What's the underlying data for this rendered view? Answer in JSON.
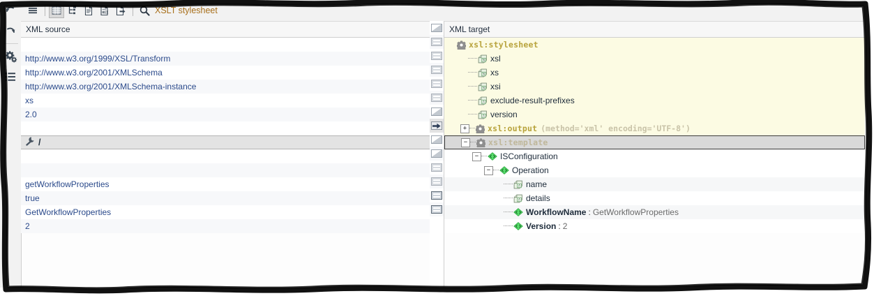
{
  "toolbar": {
    "icons": [
      {
        "name": "hamburger-menu-icon",
        "selected": false
      },
      {
        "name": "grid-table-icon",
        "selected": true
      },
      {
        "name": "tree-hierarchy-icon",
        "selected": false
      },
      {
        "name": "text-document-icon",
        "selected": false
      },
      {
        "name": "hex-document-icon",
        "selected": false
      },
      {
        "name": "document-import-icon",
        "selected": false
      },
      {
        "name": "search-icon",
        "selected": false
      }
    ],
    "label": "XSLT stylesheet"
  },
  "leftbar": {
    "icons": [
      {
        "name": "undo-icon"
      },
      {
        "name": "redo-icon"
      },
      {
        "name": "gears-settings-icon"
      },
      {
        "name": "list-properties-icon"
      }
    ]
  },
  "panes": {
    "left_header": "XML source",
    "right_header": "XML target"
  },
  "source_rows": [
    {
      "text": "",
      "kind": "blank"
    },
    {
      "text": "http://www.w3.org/1999/XSL/Transform",
      "kind": "value"
    },
    {
      "text": "http://www.w3.org/2001/XMLSchema",
      "kind": "value"
    },
    {
      "text": "http://www.w3.org/2001/XMLSchema-instance",
      "kind": "value"
    },
    {
      "text": "xs",
      "kind": "value"
    },
    {
      "text": "2.0",
      "kind": "value"
    },
    {
      "text": "",
      "kind": "blank"
    },
    {
      "text": "/",
      "kind": "wrench",
      "icon": "wrench-icon"
    },
    {
      "text": "",
      "kind": "blank"
    },
    {
      "text": "",
      "kind": "blank"
    },
    {
      "text": "getWorkflowProperties",
      "kind": "value"
    },
    {
      "text": "true",
      "kind": "value"
    },
    {
      "text": "GetWorkflowProperties",
      "kind": "value"
    },
    {
      "text": "2",
      "kind": "value"
    }
  ],
  "gutter_icons": [
    {
      "type": "diagonal",
      "name": "element-connector-box"
    },
    {
      "type": "bars",
      "name": "value-connector-box"
    },
    {
      "type": "bars",
      "name": "value-connector-box"
    },
    {
      "type": "bars",
      "name": "value-connector-box"
    },
    {
      "type": "bars",
      "name": "value-connector-box"
    },
    {
      "type": "bars",
      "name": "value-connector-box"
    },
    {
      "type": "diagonal",
      "name": "element-connector-box"
    },
    {
      "type": "arrow",
      "name": "selected-connector-box"
    },
    {
      "type": "diagonal",
      "name": "element-connector-box"
    },
    {
      "type": "diagonal",
      "name": "element-connector-box"
    },
    {
      "type": "bars",
      "name": "value-connector-box"
    },
    {
      "type": "bars",
      "name": "value-connector-box"
    },
    {
      "type": "bars-strong",
      "name": "mapped-connector-box"
    },
    {
      "type": "bars-strong",
      "name": "mapped-connector-box"
    }
  ],
  "tree_rows": [
    {
      "label": "xsl:stylesheet",
      "attrs": "",
      "icon": "gear-icon",
      "style": "xsl",
      "indent": 0,
      "twisty": "none",
      "bg": "yellow",
      "dots": false
    },
    {
      "label": "xsl",
      "attrs": "",
      "icon": "namespace-tag-icon",
      "style": "element",
      "indent": 1,
      "twisty": "none",
      "bg": "yellow",
      "dots": true
    },
    {
      "label": "xs",
      "attrs": "",
      "icon": "namespace-tag-icon",
      "style": "element",
      "indent": 1,
      "twisty": "none",
      "bg": "yellow",
      "dots": true
    },
    {
      "label": "xsi",
      "attrs": "",
      "icon": "namespace-tag-icon",
      "style": "element",
      "indent": 1,
      "twisty": "none",
      "bg": "yellow",
      "dots": true
    },
    {
      "label": "exclude-result-prefixes",
      "attrs": "",
      "icon": "attribute-tag-icon",
      "style": "element",
      "indent": 1,
      "twisty": "none",
      "bg": "yellow",
      "dots": true
    },
    {
      "label": "version",
      "attrs": "",
      "icon": "attribute-tag-icon",
      "style": "element",
      "indent": 1,
      "twisty": "none",
      "bg": "yellow",
      "dots": true
    },
    {
      "label": "xsl:output",
      "attrs": "(method='xml' encoding='UTF-8')",
      "icon": "gear-icon",
      "style": "xsl",
      "indent": 1,
      "twisty": "plus",
      "bg": "yellow",
      "dots": true
    },
    {
      "label": "xsl:template",
      "attrs": "",
      "icon": "gear-icon",
      "style": "xsl-dim",
      "indent": 1,
      "twisty": "minus",
      "bg": "selected",
      "dots": true
    },
    {
      "label": "ISConfiguration",
      "attrs": "",
      "icon": "element-diamond-icon",
      "style": "element",
      "indent": 2,
      "twisty": "minus",
      "bg": "white",
      "dots": true
    },
    {
      "label": "Operation",
      "attrs": "",
      "icon": "element-diamond-icon",
      "style": "element",
      "indent": 3,
      "twisty": "minus",
      "bg": "white",
      "dots": true
    },
    {
      "label": "name",
      "attrs": "",
      "icon": "attribute-tag-icon",
      "style": "element",
      "indent": 4,
      "twisty": "none",
      "bg": "alt",
      "dots": true
    },
    {
      "label": "details",
      "attrs": "",
      "icon": "attribute-tag-icon",
      "style": "element",
      "indent": 4,
      "twisty": "none",
      "bg": "white",
      "dots": true
    },
    {
      "label": "WorkflowName",
      "value": "GetWorkflowProperties",
      "icon": "element-diamond-icon",
      "style": "named-value",
      "indent": 4,
      "twisty": "none",
      "bg": "alt",
      "dots": true
    },
    {
      "label": "Version",
      "value": "2",
      "icon": "element-diamond-icon",
      "style": "named-value",
      "indent": 4,
      "twisty": "none",
      "bg": "white",
      "dots": true
    }
  ],
  "colors": {
    "toolbar_label": "#a8701c",
    "xsl_keyword": "#b8a33c",
    "source_value": "#2b4a8b",
    "row_highlight": "#fcfbe3",
    "row_selected": "#d9d9d9",
    "element_green": "#3fcf56"
  }
}
